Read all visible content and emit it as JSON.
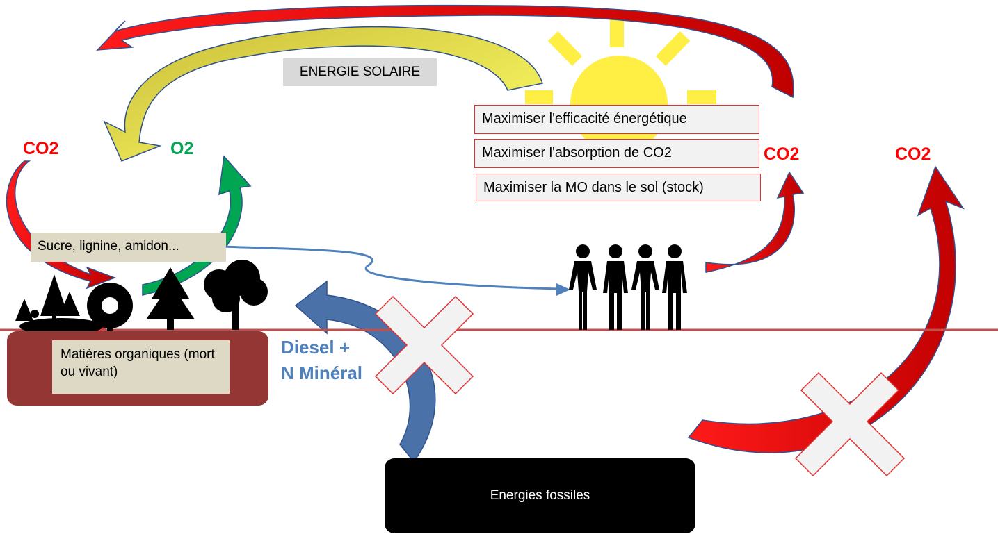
{
  "labels": {
    "energie_solaire": "ENERGIE SOLAIRE",
    "co2": "CO2",
    "o2": "O2",
    "sucre": "Sucre, lignine, amidon...",
    "matieres": "Matières organiques (mort ou vivant)",
    "diesel_line1": "Diesel +",
    "diesel_line2": "N Minéral",
    "energies_fossiles": "Energies fossiles"
  },
  "objectives": [
    "Maximiser l'efficacité énergétique",
    "Maximiser l'absorption de CO2",
    "Maximiser la MO dans le sol (stock)"
  ],
  "colors": {
    "co2": "#ff0000",
    "o2": "#00a651",
    "sun": "#ffee44",
    "soil": "#943634",
    "arrow_blue": "#4f81bd",
    "arrow_red": "#e60000",
    "arrow_yellow": "#cfc850"
  },
  "icons": [
    "sun-icon",
    "forest-icon",
    "flower-icon",
    "pine-tree-icon",
    "tree-icon",
    "people-icon",
    "cross-icon"
  ]
}
